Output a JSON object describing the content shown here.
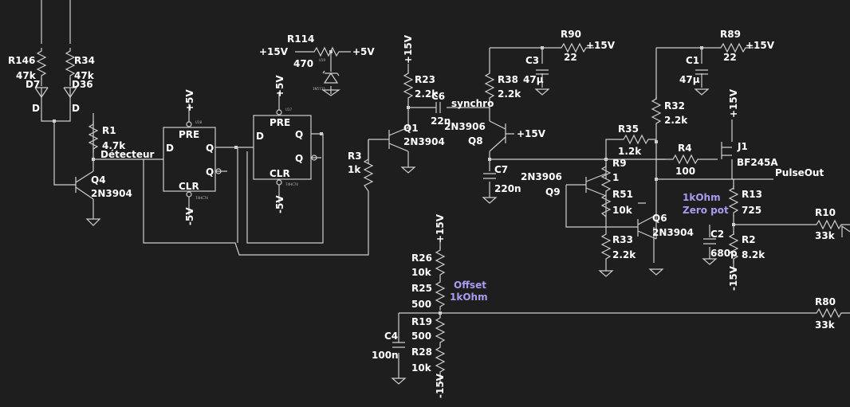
{
  "colors": {
    "background": "#1e1e1f",
    "wire": "#cfcfcf",
    "label": "#ffffff",
    "note": "#a99cf0"
  },
  "labels": {
    "r146": "R146",
    "r146v": "47k",
    "r34": "R34",
    "r34v": "47k",
    "d7": "D7",
    "d36": "D36",
    "d_a": "D",
    "d_b": "D",
    "r1": "R1",
    "r1v": "4.7k",
    "detecteur": "Détecteur",
    "q4": "Q4",
    "q4t": "2N3904",
    "r114": "R114",
    "r114v": "470",
    "p15_r114": "+15V",
    "p5_r114": "+5V",
    "ff1_d": "D",
    "ff1_pre": "PRE",
    "ff1_q": "Q",
    "ff1_qb": "Q",
    "ff1_clr": "CLR",
    "ff2_d": "D",
    "ff2_pre": "PRE",
    "ff2_q": "Q",
    "ff2_qb": "Q",
    "ff2_clr": "CLR",
    "ff1_top": "+5V",
    "ff1_bot": "-5V",
    "ff2_top": "+5V",
    "ff2_bot": "-5V",
    "u_ff1": "U18",
    "u_ff2": "U17",
    "u_ff1b": "74HC74",
    "u_ff2b": "74HC74",
    "u_reg": "U19",
    "u_reg2": "1N5733",
    "r3": "R3",
    "r3v": "1k",
    "q1": "Q1",
    "q1t": "2N3904",
    "r23": "R23",
    "r23v": "2.2k",
    "p15_r23": "+15V",
    "c6": "C6",
    "c6v": "22n",
    "synchro": "synchro",
    "r38": "R38",
    "r38v": "2.2k",
    "c3": "C3",
    "c3v": "47µ",
    "r90": "R90",
    "r90v": "22",
    "p15_r90": "+15V",
    "q8": "Q8",
    "q8t": "2N3906",
    "p15_q8": "+15V",
    "c7": "C7",
    "c7v": "220n",
    "r32": "R32",
    "r32v": "2.2k",
    "c1": "C1",
    "c1v": "47µ",
    "r89": "R89",
    "r89v": "22",
    "p15_r89": "+15V",
    "r35": "R35",
    "r35v": "1.2k",
    "r9": "R9",
    "r9v": "1",
    "q9": "Q9",
    "q9t": "2N3906",
    "r51": "R51",
    "r51v": "10k",
    "r33": "R33",
    "r33v": "2.2k",
    "q6": "Q6",
    "q6t": "2N3904",
    "r4": "R4",
    "r4v": "100",
    "j1": "J1",
    "j1t": "BF245A",
    "p15_j1": "+15V",
    "pulseout": "PulseOut",
    "note1a": "1kOhm",
    "note1b": "Zero pot",
    "r13": "R13",
    "r13v": "725",
    "c2": "C2",
    "c2v": "680p",
    "r2": "R2",
    "r2v": "8.2k",
    "m15_r2": "-15V",
    "r10": "R10",
    "r10v": "33k",
    "p15_r26": "+15V",
    "r26": "R26",
    "r26v": "10k",
    "r25": "R25",
    "r25v": "500",
    "note2a": "Offset",
    "note2b": "1kOhm",
    "r19": "R19",
    "r19v": "500",
    "r28": "R28",
    "r28v": "10k",
    "m15_r28": "-15V",
    "c4": "C4",
    "c4v": "100n",
    "r80": "R80",
    "r80v": "33k"
  }
}
